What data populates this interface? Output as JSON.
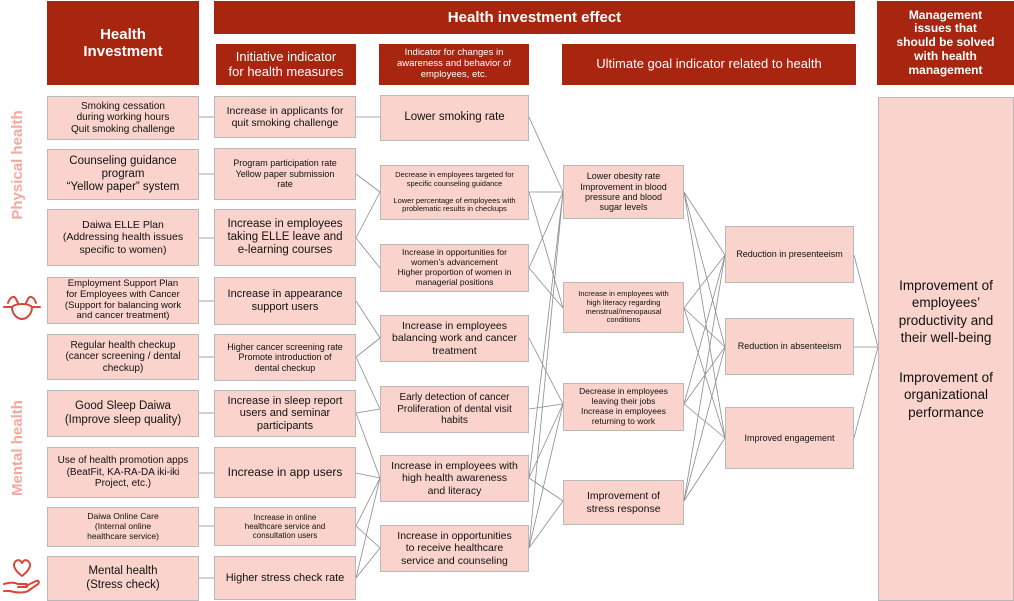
{
  "headers": {
    "health_investment": "Health\nInvestment",
    "effect": "Health investment effect",
    "initiative": "Initiative indicator\nfor health measures",
    "awareness": "Indicator for changes in\nawareness and behavior of\nemployees, etc.",
    "ultimate": "Ultimate goal indicator related to health",
    "management": "Management\nissues that\nshould be solved\nwith health\nmanagement"
  },
  "side_labels": {
    "physical": "Physical health",
    "mental": "Mental health"
  },
  "icons": [
    "muscle-arm-icon",
    "heart-hand-icon"
  ],
  "colors": {
    "header": "#a8250f",
    "box": "#f9d3cc",
    "side_label": "#f2a9a0",
    "line": "#8c8c8c"
  },
  "col1": [
    "Smoking cessation\nduring working hours\nQuit smoking challenge",
    "Counseling guidance\nprogram\n“Yellow paper” system",
    "Daiwa ELLE Plan\n(Addressing health issues\nspecific to women)",
    "Employment Support Plan\nfor Employees with Cancer\n(Support for balancing work\nand cancer treatment)",
    "Regular health checkup\n(cancer screening / dental\ncheckup)",
    "Good Sleep Daiwa\n(Improve sleep quality)",
    "Use of health promotion apps\n(BeatFit, KA-RA-DA iki-iki\nProject, etc.)",
    "Daiwa Online Care\n(Internal online\nhealthcare service)",
    "Mental health\n(Stress check)"
  ],
  "col2": [
    "Increase in applicants for\nquit smoking challenge",
    "Program participation rate\nYellow paper submission\nrate",
    "Increase in employees\ntaking ELLE leave and\ne-learning courses",
    "Increase in appearance\nsupport users",
    "Higher cancer screening rate\nPromote introduction of\ndental checkup",
    "Increase in sleep report\nusers and seminar\nparticipants",
    "Increase in app users",
    "Increase in online\nhealthcare service and\nconsultation users",
    "Higher stress check rate"
  ],
  "col3": [
    "Lower smoking rate",
    "Decrease in employees targeted for\nspecific counseling guidance\n\nLower percentage of employees with\nproblematic results in checkups",
    "Increase in opportunities for\nwomen’s advancement\nHigher proportion of women in\nmanagerial positions",
    "Increase in employees\nbalancing work and cancer\ntreatment",
    "Early detection of cancer\nProliferation of dental visit\nhabits",
    "Increase in employees with\nhigh health awareness\nand literacy",
    "Increase in opportunities\nto receive healthcare\nservice and counseling"
  ],
  "col4": [
    "Lower obesity rate\nImprovement in blood\npressure and blood\nsugar levels",
    "Increase in employees with\nhigh literacy regarding\nmenstrual/menopausal\nconditions",
    "Decrease in employees\nleaving their jobs\nIncrease in employees\nreturning to work",
    "Improvement of\nstress response"
  ],
  "col5": [
    "Reduction in presenteeism",
    "Reduction in absenteeism",
    "Improved engagement"
  ],
  "management_box": {
    "line1": "Improvement of\nemployees’\nproductivity and\ntheir well-being",
    "line2": "Improvement of\norganizational\nperformance"
  }
}
